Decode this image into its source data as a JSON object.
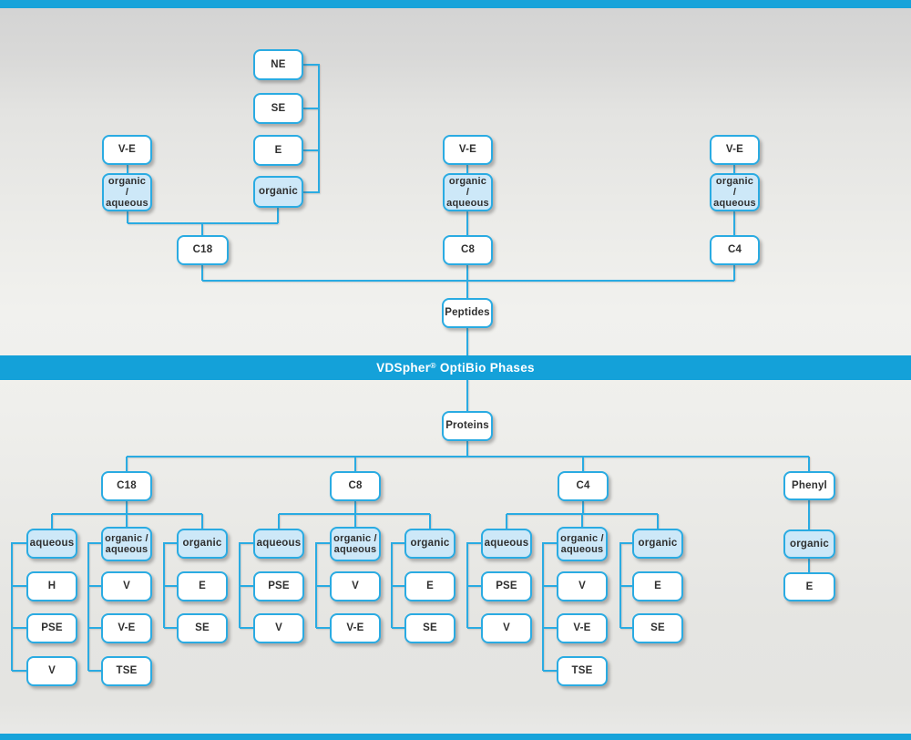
{
  "banner": {
    "brand": "VDSpher",
    "reg": "®",
    "rest": "OptiBio Phases"
  },
  "colors": {
    "accent_line": "#2aabe2",
    "banner_blue": "#14a1d9",
    "border_bar_blue": "#17a3da",
    "light_box_fill": "#cde8f8",
    "white_box_fill": "#ffffff",
    "label_text": "#2f2f2f"
  },
  "top_section": {
    "root": "Peptides",
    "c18_branch": {
      "label": "C18",
      "ve": "V-E",
      "organic_aqueous": "organic / aqueous",
      "eluent_types": {
        "ne": "NE",
        "se": "SE",
        "e": "E",
        "organic": "organic"
      }
    },
    "c8_branch": {
      "label": "C8",
      "ve": "V-E",
      "organic_aqueous": "organic / aqueous"
    },
    "c4_branch": {
      "label": "C4",
      "ve": "V-E",
      "organic_aqueous": "organic / aqueous"
    }
  },
  "bottom_section": {
    "root": "Proteins",
    "c18_branch": {
      "label": "C18",
      "aqueous": {
        "label": "aqueous",
        "children": [
          "H",
          "PSE",
          "V"
        ]
      },
      "organic_aqueous": {
        "label": "organic / aqueous",
        "children": [
          "V",
          "V-E",
          "TSE"
        ]
      },
      "organic": {
        "label": "organic",
        "children": [
          "E",
          "SE"
        ]
      }
    },
    "c8_branch": {
      "label": "C8",
      "aqueous": {
        "label": "aqueous",
        "children": [
          "PSE",
          "V"
        ]
      },
      "organic_aqueous": {
        "label": "organic / aqueous",
        "children": [
          "V",
          "V-E"
        ]
      },
      "organic": {
        "label": "organic",
        "children": [
          "E",
          "SE"
        ]
      }
    },
    "c4_branch": {
      "label": "C4",
      "aqueous": {
        "label": "aqueous",
        "children": [
          "PSE",
          "V"
        ]
      },
      "organic_aqueous": {
        "label": "organic / aqueous",
        "children": [
          "V",
          "V-E",
          "TSE"
        ]
      },
      "organic": {
        "label": "organic",
        "children": [
          "E",
          "SE"
        ]
      }
    },
    "phenyl_branch": {
      "label": "Phenyl",
      "organic": {
        "label": "organic",
        "children": [
          "E"
        ]
      }
    }
  }
}
